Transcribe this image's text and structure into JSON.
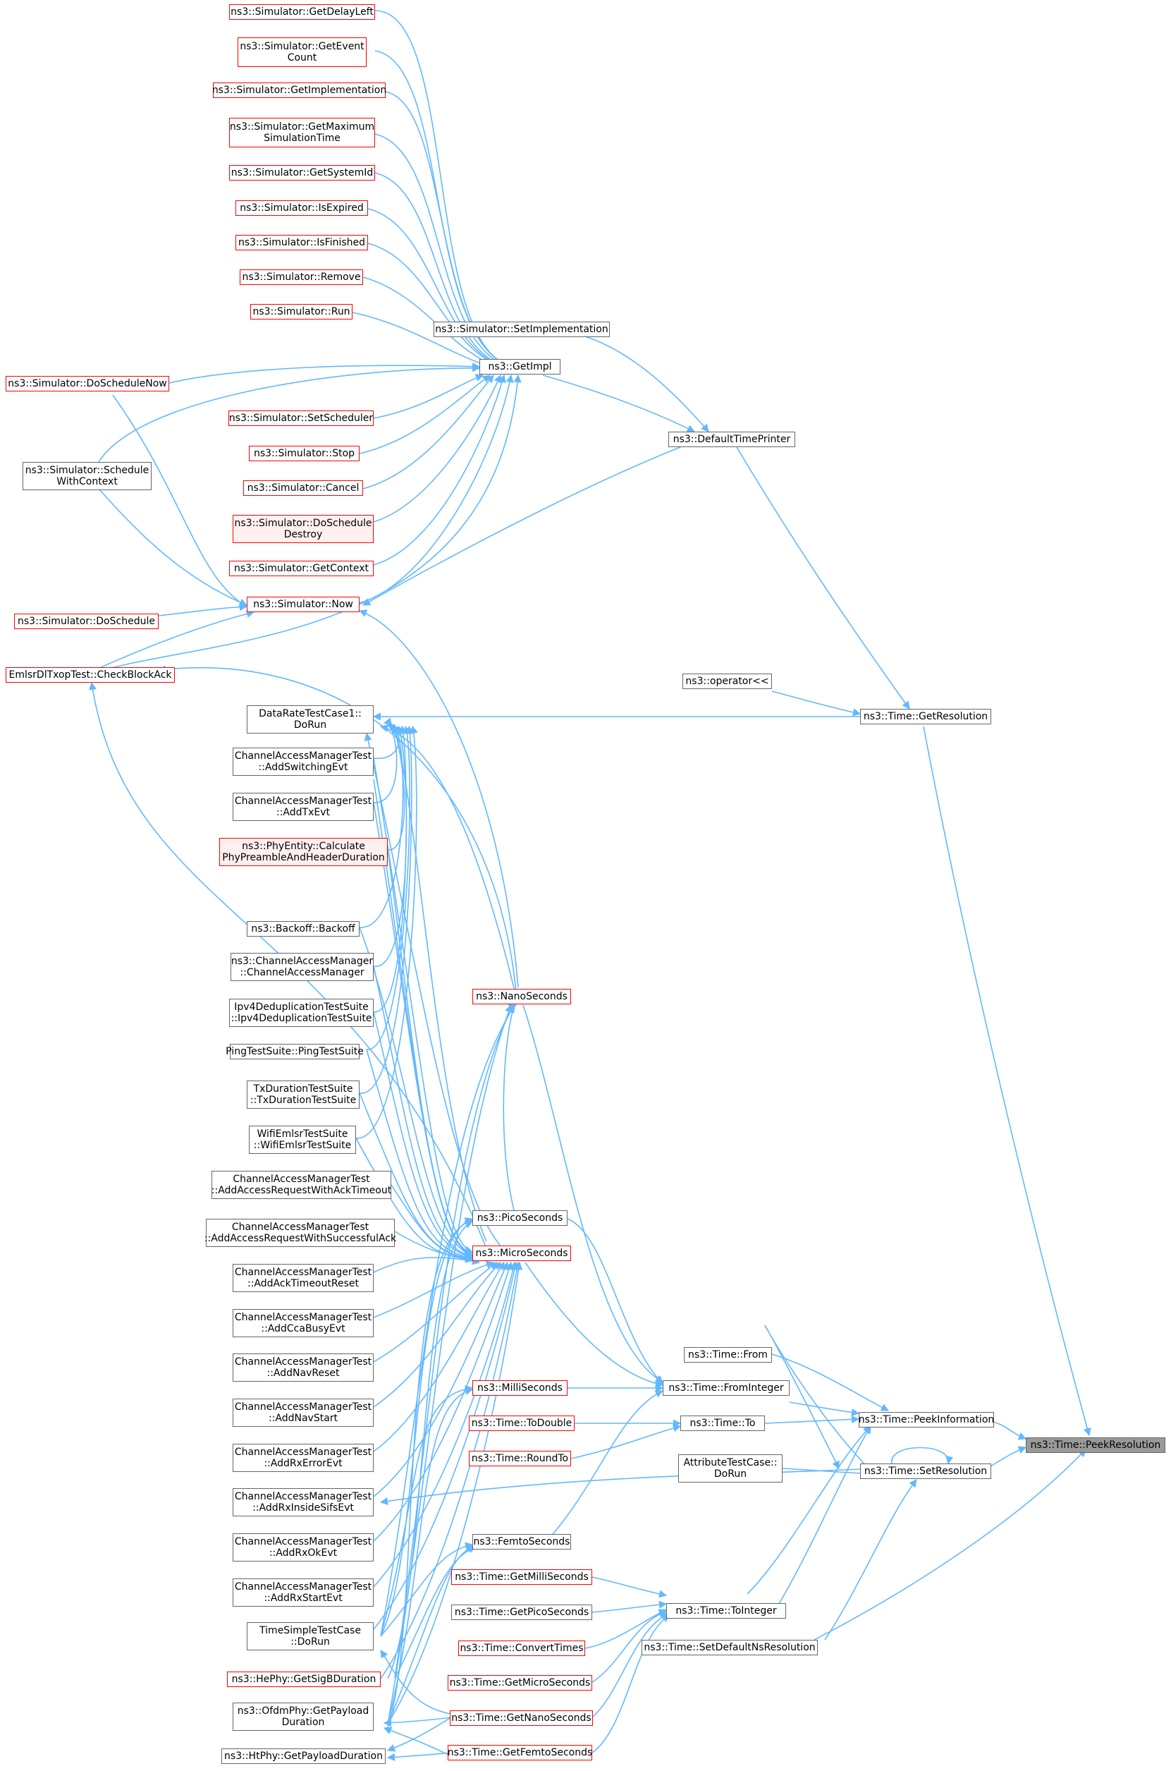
{
  "colors": {
    "edge": "#63b8ff",
    "border": "#666666",
    "red_border": "#ff0000",
    "root_fill": "#999999",
    "pink_fill": "#fff0f0"
  },
  "nodes": [
    {
      "id": "getdelayleft",
      "label": "ns3::Simulator::GetDelayLeft",
      "style": "red"
    },
    {
      "id": "geteventcount",
      "label": "ns3::Simulator::GetEvent\nCount",
      "style": "red"
    },
    {
      "id": "getimplementation",
      "label": "ns3::Simulator::GetImplementation",
      "style": "red"
    },
    {
      "id": "getmaxsimtime",
      "label": "ns3::Simulator::GetMaximum\nSimulationTime",
      "style": "red"
    },
    {
      "id": "getsystemid",
      "label": "ns3::Simulator::GetSystemId",
      "style": "red"
    },
    {
      "id": "isexpired",
      "label": "ns3::Simulator::IsExpired",
      "style": "red"
    },
    {
      "id": "isfinished",
      "label": "ns3::Simulator::IsFinished",
      "style": "red"
    },
    {
      "id": "remove",
      "label": "ns3::Simulator::Remove",
      "style": "red"
    },
    {
      "id": "run",
      "label": "ns3::Simulator::Run",
      "style": "red"
    },
    {
      "id": "setimplementation",
      "label": "ns3::Simulator::SetImplementation",
      "style": "gray"
    },
    {
      "id": "getimpl",
      "label": "ns3::GetImpl",
      "style": "gray"
    },
    {
      "id": "doschedulenow",
      "label": "ns3::Simulator::DoScheduleNow",
      "style": "red"
    },
    {
      "id": "setscheduler",
      "label": "ns3::Simulator::SetScheduler",
      "style": "red"
    },
    {
      "id": "defaulttimeprinter",
      "label": "ns3::DefaultTimePrinter",
      "style": "gray"
    },
    {
      "id": "stop",
      "label": "ns3::Simulator::Stop",
      "style": "red"
    },
    {
      "id": "schedulewithcontext",
      "label": "ns3::Simulator::Schedule\nWithContext",
      "style": "gray"
    },
    {
      "id": "cancel",
      "label": "ns3::Simulator::Cancel",
      "style": "red"
    },
    {
      "id": "doscheduledestroy",
      "label": "ns3::Simulator::DoSchedule\nDestroy",
      "style": "pink"
    },
    {
      "id": "getcontext",
      "label": "ns3::Simulator::GetContext",
      "style": "red"
    },
    {
      "id": "now",
      "label": "ns3::Simulator::Now",
      "style": "red"
    },
    {
      "id": "doschedule",
      "label": "ns3::Simulator::DoSchedule",
      "style": "red"
    },
    {
      "id": "checkblockack",
      "label": "EmlsrDlTxopTest::CheckBlockAck",
      "style": "red"
    },
    {
      "id": "operatorlshift",
      "label": "ns3::operator<<",
      "style": "gray"
    },
    {
      "id": "getresolution",
      "label": "ns3::Time::GetResolution",
      "style": "gray"
    },
    {
      "id": "datarate",
      "label": "DataRateTestCase1::\nDoRun",
      "style": "gray"
    },
    {
      "id": "addswitching",
      "label": "ChannelAccessManagerTest\n::AddSwitchingEvt",
      "style": "gray"
    },
    {
      "id": "addtxevt",
      "label": "ChannelAccessManagerTest\n::AddTxEvt",
      "style": "gray"
    },
    {
      "id": "phyentity",
      "label": "ns3::PhyEntity::Calculate\nPhyPreambleAndHeaderDuration",
      "style": "pink"
    },
    {
      "id": "backoff",
      "label": "ns3::Backoff::Backoff",
      "style": "gray"
    },
    {
      "id": "chanaccmgr",
      "label": "ns3::ChannelAccessManager\n::ChannelAccessManager",
      "style": "gray"
    },
    {
      "id": "nanoseconds",
      "label": "ns3::NanoSeconds",
      "style": "red"
    },
    {
      "id": "ipv4dedup",
      "label": "Ipv4DeduplicationTestSuite\n::Ipv4DeduplicationTestSuite",
      "style": "gray"
    },
    {
      "id": "pingtest",
      "label": "PingTestSuite::PingTestSuite",
      "style": "gray"
    },
    {
      "id": "txduration",
      "label": "TxDurationTestSuite\n::TxDurationTestSuite",
      "style": "gray"
    },
    {
      "id": "wifiemlsr",
      "label": "WifiEmlsrTestSuite\n::WifiEmlsrTestSuite",
      "style": "gray"
    },
    {
      "id": "addaccesstimeout",
      "label": "ChannelAccessManagerTest\n::AddAccessRequestWithAckTimeout",
      "style": "gray"
    },
    {
      "id": "picoseconds",
      "label": "ns3::PicoSeconds",
      "style": "gray"
    },
    {
      "id": "addaccesssuccess",
      "label": "ChannelAccessManagerTest\n::AddAccessRequestWithSuccessfulAck",
      "style": "gray"
    },
    {
      "id": "microseconds",
      "label": "ns3::MicroSeconds",
      "style": "red"
    },
    {
      "id": "addacktimeout",
      "label": "ChannelAccessManagerTest\n::AddAckTimeoutReset",
      "style": "gray"
    },
    {
      "id": "addccabusy",
      "label": "ChannelAccessManagerTest\n::AddCcaBusyEvt",
      "style": "gray"
    },
    {
      "id": "timefrom",
      "label": "ns3::Time::From",
      "style": "gray"
    },
    {
      "id": "addnavreset",
      "label": "ChannelAccessManagerTest\n::AddNavReset",
      "style": "gray"
    },
    {
      "id": "milliseconds",
      "label": "ns3::MilliSeconds",
      "style": "red"
    },
    {
      "id": "frominteger",
      "label": "ns3::Time::FromInteger",
      "style": "gray"
    },
    {
      "id": "addnavstart",
      "label": "ChannelAccessManagerTest\n::AddNavStart",
      "style": "gray"
    },
    {
      "id": "todouble",
      "label": "ns3::Time::ToDouble",
      "style": "red"
    },
    {
      "id": "timeto",
      "label": "ns3::Time::To",
      "style": "gray"
    },
    {
      "id": "peekinformation",
      "label": "ns3::Time::PeekInformation",
      "style": "gray"
    },
    {
      "id": "peekresolution",
      "label": "ns3::Time::PeekResolution",
      "style": "root"
    },
    {
      "id": "roundto",
      "label": "ns3::Time::RoundTo",
      "style": "red"
    },
    {
      "id": "addrxerror",
      "label": "ChannelAccessManagerTest\n::AddRxErrorEvt",
      "style": "gray"
    },
    {
      "id": "attributetest",
      "label": "AttributeTestCase::\nDoRun",
      "style": "gray"
    },
    {
      "id": "setresolution",
      "label": "ns3::Time::SetResolution",
      "style": "gray"
    },
    {
      "id": "addrxinsidesifs",
      "label": "ChannelAccessManagerTest\n::AddRxInsideSifsEvt",
      "style": "gray"
    },
    {
      "id": "femtoseconds",
      "label": "ns3::FemtoSeconds",
      "style": "gray"
    },
    {
      "id": "addrxok",
      "label": "ChannelAccessManagerTest\n::AddRxOkEvt",
      "style": "gray"
    },
    {
      "id": "getmilliseconds",
      "label": "ns3::Time::GetMilliSeconds",
      "style": "red"
    },
    {
      "id": "addrxstart",
      "label": "ChannelAccessManagerTest\n::AddRxStartEvt",
      "style": "gray"
    },
    {
      "id": "getpicoseconds",
      "label": "ns3::Time::GetPicoSeconds",
      "style": "gray"
    },
    {
      "id": "tointeger",
      "label": "ns3::Time::ToInteger",
      "style": "gray"
    },
    {
      "id": "timesimple",
      "label": "TimeSimpleTestCase\n::DoRun",
      "style": "gray"
    },
    {
      "id": "converttimes",
      "label": "ns3::Time::ConvertTimes",
      "style": "red"
    },
    {
      "id": "setdefaultns",
      "label": "ns3::Time::SetDefaultNsResolution",
      "style": "gray"
    },
    {
      "id": "hephy",
      "label": "ns3::HePhy::GetSigBDuration",
      "style": "red"
    },
    {
      "id": "getmicroseconds",
      "label": "ns3::Time::GetMicroSeconds",
      "style": "red"
    },
    {
      "id": "ofdmphy",
      "label": "ns3::OfdmPhy::GetPayload\nDuration",
      "style": "gray"
    },
    {
      "id": "getnanoseconds",
      "label": "ns3::Time::GetNanoSeconds",
      "style": "red"
    },
    {
      "id": "htphy",
      "label": "ns3::HtPhy::GetPayloadDuration",
      "style": "gray"
    },
    {
      "id": "getfemtoseconds",
      "label": "ns3::Time::GetFemtoSeconds",
      "style": "red"
    }
  ]
}
